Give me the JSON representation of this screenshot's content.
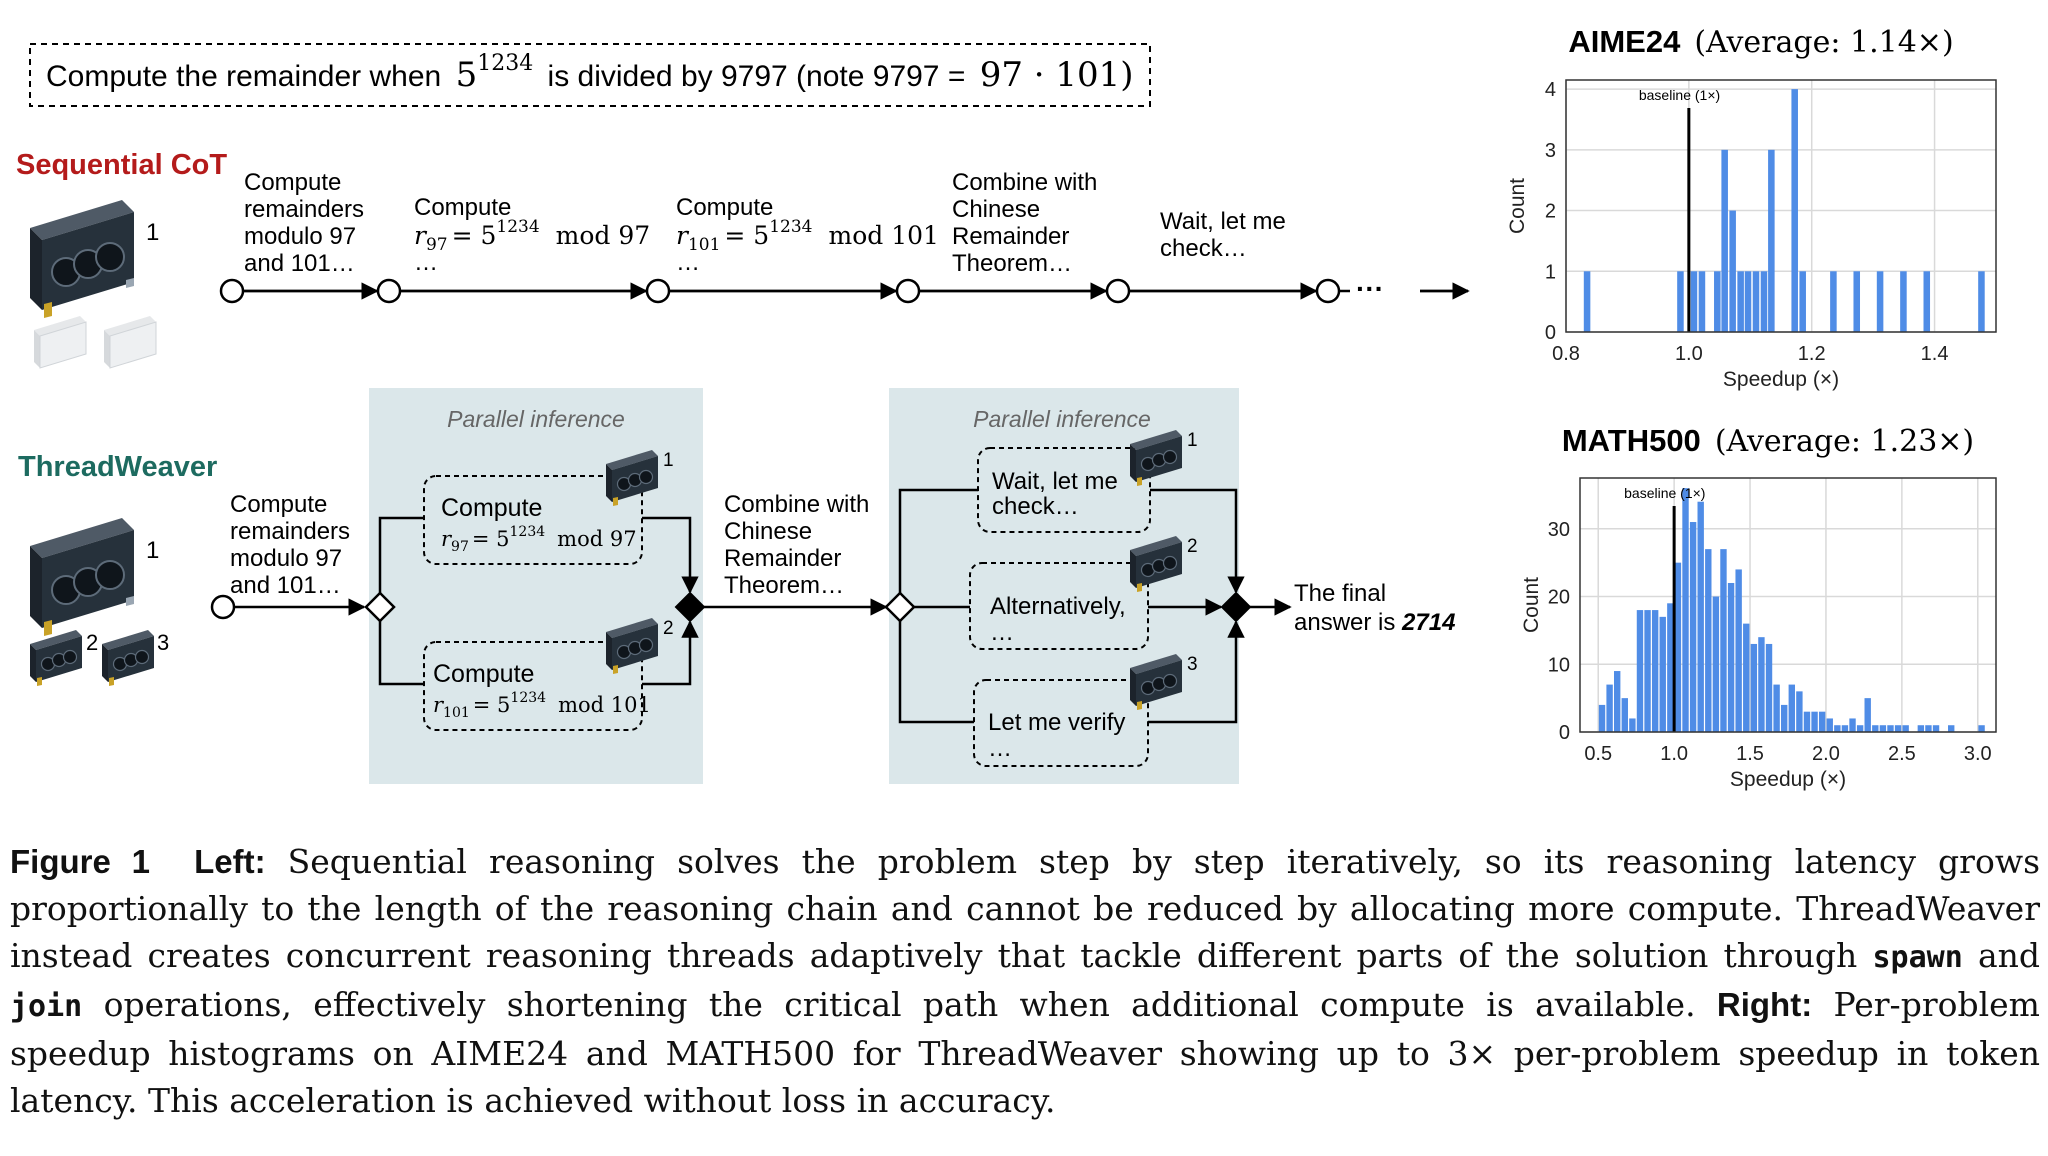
{
  "problem": {
    "prefix": "Compute the remainder when",
    "base": "5",
    "exponent": "1234",
    "middle": "is divided by 9797 (note 9797 =",
    "factorization": "97 · 101)"
  },
  "sequential": {
    "title": "Sequential CoT",
    "gpu_label": "1",
    "steps": [
      {
        "lines": [
          "Compute",
          "remainders",
          "modulo 97",
          "and 101…"
        ]
      },
      {
        "lines": [
          "Compute"
        ],
        "math": {
          "r": "r",
          "sub": "97",
          "eq": "= 5",
          "sup": "1234",
          "mod": "mod 97"
        },
        "tail": "…"
      },
      {
        "lines": [
          "Compute"
        ],
        "math": {
          "r": "r",
          "sub": "101",
          "eq": "= 5",
          "sup": "1234",
          "mod": "mod 101"
        },
        "tail": "…"
      },
      {
        "lines": [
          "Combine with",
          "Chinese",
          "Remainder",
          "Theorem…"
        ]
      },
      {
        "lines": [
          "Wait, let me",
          "check…"
        ]
      }
    ],
    "ellipsis": "···"
  },
  "threadweaver": {
    "title": "ThreadWeaver",
    "gpu_labels": [
      "1",
      "2",
      "3"
    ],
    "intro_lines": [
      "Compute",
      "remainders",
      "modulo 97",
      "and 101…"
    ],
    "parallel_label": "Parallel inference",
    "block1": {
      "thread1": {
        "text": "Compute",
        "r": "r",
        "sub": "97",
        "eq": "= 5",
        "sup": "1234",
        "mod": "mod 97",
        "gpu": "1"
      },
      "thread2": {
        "text": "Compute",
        "r": "r",
        "sub": "101",
        "eq": "= 5",
        "sup": "1234",
        "mod": "mod 101",
        "gpu": "2"
      }
    },
    "combine_lines": [
      "Combine with",
      "Chinese",
      "Remainder",
      "Theorem…"
    ],
    "block2": {
      "threads": [
        {
          "lines": [
            "Wait, let me",
            "check…"
          ],
          "gpu": "1"
        },
        {
          "lines": [
            "Alternatively,",
            "…"
          ],
          "gpu": "2"
        },
        {
          "lines": [
            "Let me verify",
            "…"
          ],
          "gpu": "3"
        }
      ]
    },
    "final_line1": "The final",
    "final_line2_prefix": "answer is",
    "final_answer": "2714"
  },
  "chart_data": [
    {
      "type": "bar",
      "title": "AIME24",
      "subtitle": "(Average:  1.14×)",
      "xlabel": "Speedup (×)",
      "ylabel": "Count",
      "xlim": [
        0.8,
        1.5
      ],
      "ylim": [
        0,
        4.15
      ],
      "xticks": [
        0.8,
        1.0,
        1.2,
        1.4
      ],
      "xtick_labels": [
        "0.8",
        "1.0",
        "1.2",
        "1.4"
      ],
      "yticks": [
        0,
        1,
        2,
        3,
        4
      ],
      "ytick_labels": [
        "0",
        "1",
        "2",
        "3",
        "4"
      ],
      "bin_width": 0.0126,
      "bins": [
        {
          "x": 0.828,
          "count": 1
        },
        {
          "x": 0.98,
          "count": 1
        },
        {
          "x": 1.002,
          "count": 1
        },
        {
          "x": 1.015,
          "count": 1
        },
        {
          "x": 1.04,
          "count": 1
        },
        {
          "x": 1.052,
          "count": 3
        },
        {
          "x": 1.065,
          "count": 2
        },
        {
          "x": 1.078,
          "count": 1
        },
        {
          "x": 1.09,
          "count": 1
        },
        {
          "x": 1.103,
          "count": 1
        },
        {
          "x": 1.116,
          "count": 1
        },
        {
          "x": 1.128,
          "count": 3
        },
        {
          "x": 1.166,
          "count": 4
        },
        {
          "x": 1.179,
          "count": 1
        },
        {
          "x": 1.229,
          "count": 1
        },
        {
          "x": 1.267,
          "count": 1
        },
        {
          "x": 1.305,
          "count": 1
        },
        {
          "x": 1.343,
          "count": 1
        },
        {
          "x": 1.381,
          "count": 1
        },
        {
          "x": 1.47,
          "count": 1
        }
      ],
      "baseline": {
        "x": 1.0,
        "label": "baseline (1×)"
      },
      "grid": true,
      "bar_color": "#4f8ce6"
    },
    {
      "type": "bar",
      "title": "MATH500",
      "subtitle": "(Average:  1.23×)",
      "xlabel": "Speedup (×)",
      "ylabel": "Count",
      "xlim": [
        0.38,
        3.12
      ],
      "ylim": [
        0,
        37.5
      ],
      "xticks": [
        0.5,
        1.0,
        1.5,
        2.0,
        2.5,
        3.0
      ],
      "xtick_labels": [
        "0.5",
        "1.0",
        "1.5",
        "2.0",
        "2.5",
        "3.0"
      ],
      "yticks": [
        0,
        10,
        20,
        30
      ],
      "ytick_labels": [
        "0",
        "10",
        "20",
        "30"
      ],
      "bin_width": 0.05,
      "bins": [
        {
          "x": 0.5,
          "count": 4
        },
        {
          "x": 0.55,
          "count": 7
        },
        {
          "x": 0.6,
          "count": 9
        },
        {
          "x": 0.65,
          "count": 5
        },
        {
          "x": 0.7,
          "count": 2
        },
        {
          "x": 0.75,
          "count": 18
        },
        {
          "x": 0.8,
          "count": 18
        },
        {
          "x": 0.85,
          "count": 18
        },
        {
          "x": 0.9,
          "count": 17
        },
        {
          "x": 0.95,
          "count": 19
        },
        {
          "x": 1.0,
          "count": 25
        },
        {
          "x": 1.05,
          "count": 36
        },
        {
          "x": 1.1,
          "count": 31
        },
        {
          "x": 1.15,
          "count": 34
        },
        {
          "x": 1.2,
          "count": 27
        },
        {
          "x": 1.25,
          "count": 20
        },
        {
          "x": 1.3,
          "count": 27
        },
        {
          "x": 1.35,
          "count": 22
        },
        {
          "x": 1.4,
          "count": 24
        },
        {
          "x": 1.45,
          "count": 16
        },
        {
          "x": 1.5,
          "count": 13
        },
        {
          "x": 1.55,
          "count": 14
        },
        {
          "x": 1.6,
          "count": 13
        },
        {
          "x": 1.65,
          "count": 7
        },
        {
          "x": 1.7,
          "count": 4
        },
        {
          "x": 1.75,
          "count": 7
        },
        {
          "x": 1.8,
          "count": 6
        },
        {
          "x": 1.85,
          "count": 3
        },
        {
          "x": 1.9,
          "count": 3
        },
        {
          "x": 1.95,
          "count": 3
        },
        {
          "x": 2.0,
          "count": 2
        },
        {
          "x": 2.05,
          "count": 1
        },
        {
          "x": 2.1,
          "count": 1
        },
        {
          "x": 2.15,
          "count": 2
        },
        {
          "x": 2.2,
          "count": 1
        },
        {
          "x": 2.25,
          "count": 5
        },
        {
          "x": 2.3,
          "count": 1
        },
        {
          "x": 2.35,
          "count": 1
        },
        {
          "x": 2.4,
          "count": 1
        },
        {
          "x": 2.45,
          "count": 1
        },
        {
          "x": 2.5,
          "count": 1
        },
        {
          "x": 2.6,
          "count": 1
        },
        {
          "x": 2.65,
          "count": 1
        },
        {
          "x": 2.7,
          "count": 1
        },
        {
          "x": 2.8,
          "count": 1
        },
        {
          "x": 3.0,
          "count": 1
        }
      ],
      "baseline": {
        "x": 1.0,
        "label": "baseline (1×)"
      },
      "grid": true,
      "bar_color": "#4f8ce6"
    }
  ],
  "caption": {
    "fig": "Figure 1",
    "left": "Left:",
    "text1": "Sequential reasoning solves the problem step by step iteratively, so its reasoning latency grows proportionally to the length of the reasoning chain and cannot be reduced by allocating more compute. ThreadWeaver instead creates concurrent reasoning threads adaptively that tackle different parts of the solution through",
    "spawn": "spawn",
    "and": "and",
    "join": "join",
    "text2": "operations, effectively shortening the critical path when additional compute is available.",
    "right": "Right:",
    "text3": "Per-problem speedup histograms on AIME24 and MATH500 for ThreadWeaver showing up to 3× per-problem speedup in token latency. This acceleration is achieved without loss in accuracy."
  },
  "colors": {
    "sequential_title": "#b41b1b",
    "threadweaver_title": "#1d6b60",
    "parallel_bg": "#dbe7ea",
    "parallel_label": "#666666",
    "bar": "#4f8ce6"
  }
}
